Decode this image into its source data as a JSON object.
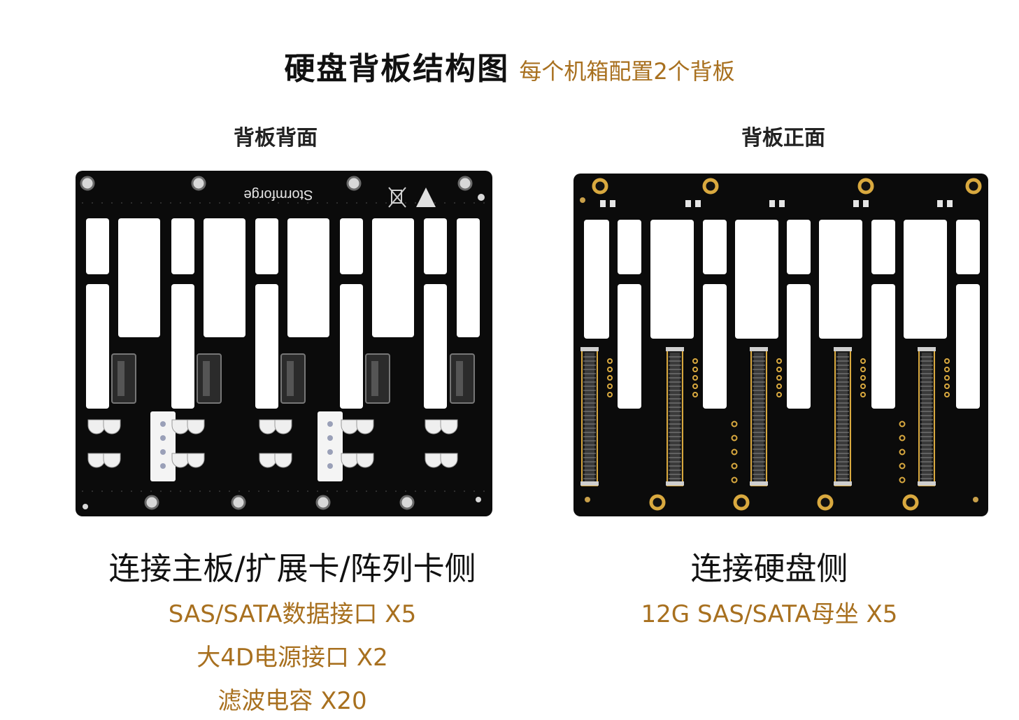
{
  "header": {
    "title": "硬盘背板结构图",
    "subtitle": "每个机箱配置2个背板"
  },
  "back_board": {
    "label": "背板背面",
    "silkscreen": "Stormforge",
    "caption": "连接主板/扩展卡/阵列卡侧",
    "specs": [
      "SAS/SATA数据接口 X5",
      "大4D电源接口 X2",
      "滤波电容 X20"
    ]
  },
  "front_board": {
    "label": "背板正面",
    "caption": "连接硬盘侧",
    "specs": [
      "12G SAS/SATA母坐 X5"
    ]
  },
  "colors": {
    "accent": "#a8701f",
    "pcb": "#0b0b0b",
    "gold": "#d9a93f"
  }
}
